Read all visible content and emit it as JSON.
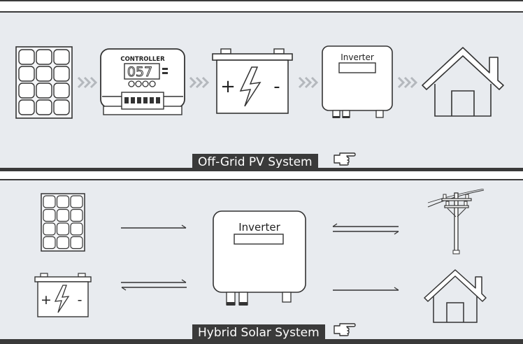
{
  "off_grid": {
    "controller_label": "CONTROLLER",
    "controller_display": "057",
    "inverter_label": "Inverter",
    "battery_plus": "+",
    "battery_minus": "-",
    "caption": "Off-Grid PV System"
  },
  "hybrid": {
    "inverter_label": "Inverter",
    "battery_plus": "+",
    "battery_minus": "-",
    "caption": "Hybrid Solar System"
  },
  "icons": [
    "solar-panel-icon",
    "charge-controller-icon",
    "battery-icon",
    "inverter-icon",
    "house-icon",
    "power-pole-icon",
    "pointing-hand-icon",
    "chevron-arrows-icon"
  ]
}
